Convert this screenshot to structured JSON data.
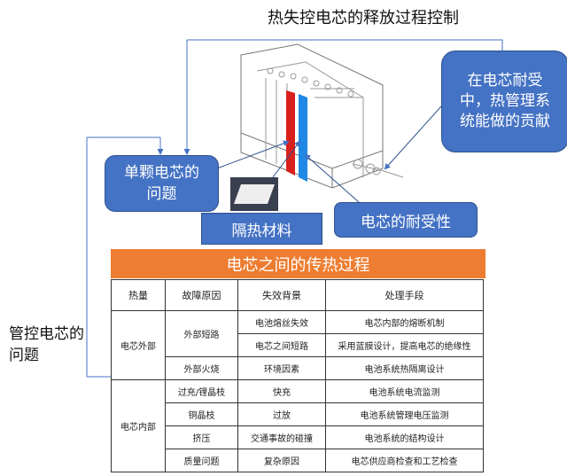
{
  "title": "热失控电芯的释放过程控制",
  "boxes": {
    "single_cell": "单颗电芯的问题",
    "insulation": "隔热材料",
    "tolerance": "电芯的耐受性",
    "thermal_mgmt": "在电芯耐受中，热管理系统能做的贡献"
  },
  "side_label": "管控电芯的问题",
  "heat_transfer": "电芯之间的传热过程",
  "table": {
    "headers": [
      "热量",
      "故障原因",
      "失效背景",
      "处理手段"
    ],
    "groups": [
      "电芯外部",
      "电芯内部"
    ],
    "rows": [
      {
        "cause": "外部短路",
        "background": "电池熔丝失效",
        "measure": "电芯内部的熔断机制"
      },
      {
        "cause": "",
        "background": "电芯之间短路",
        "measure": "采用蓝膜设计，提高电芯的绝缘性"
      },
      {
        "cause": "外部火烧",
        "background": "环境因素",
        "measure": "电池系统热隔离设计"
      },
      {
        "cause": "过充/锂晶枝",
        "background": "快充",
        "measure": "电池系统电流监测"
      },
      {
        "cause": "铜晶枝",
        "background": "过放",
        "measure": "电池系统管理电压监测"
      },
      {
        "cause": "挤压",
        "background": "交通事故的碰撞",
        "measure": "电池系统的结构设计"
      },
      {
        "cause": "质量问题",
        "background": "复杂原因",
        "measure": "电芯供应商检查和工艺检查"
      }
    ]
  },
  "colors": {
    "blue": "#4472c4",
    "orange": "#ed7d31",
    "hot": "#d9201c",
    "cold": "#1e88e5"
  }
}
